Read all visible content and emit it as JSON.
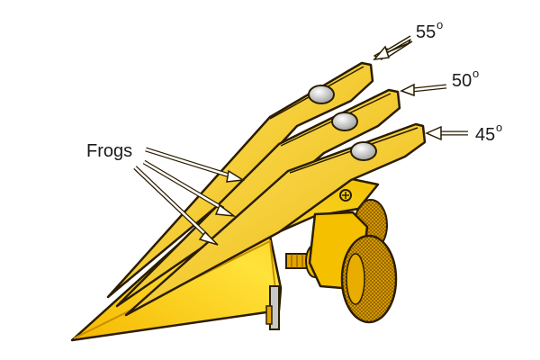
{
  "diagram": {
    "labels": {
      "frogs": "Frogs",
      "angle_55": "55",
      "angle_50": "50",
      "angle_45": "45",
      "degree_symbol": "o"
    },
    "colors": {
      "body_light": "#ffe23a",
      "body_mid": "#f7c600",
      "body_dark": "#c98e00",
      "outline": "#2a1d00",
      "metal_light": "#f0f0f0",
      "metal_dark": "#8a8a8a",
      "arrow_fill": "#ffffff"
    }
  }
}
